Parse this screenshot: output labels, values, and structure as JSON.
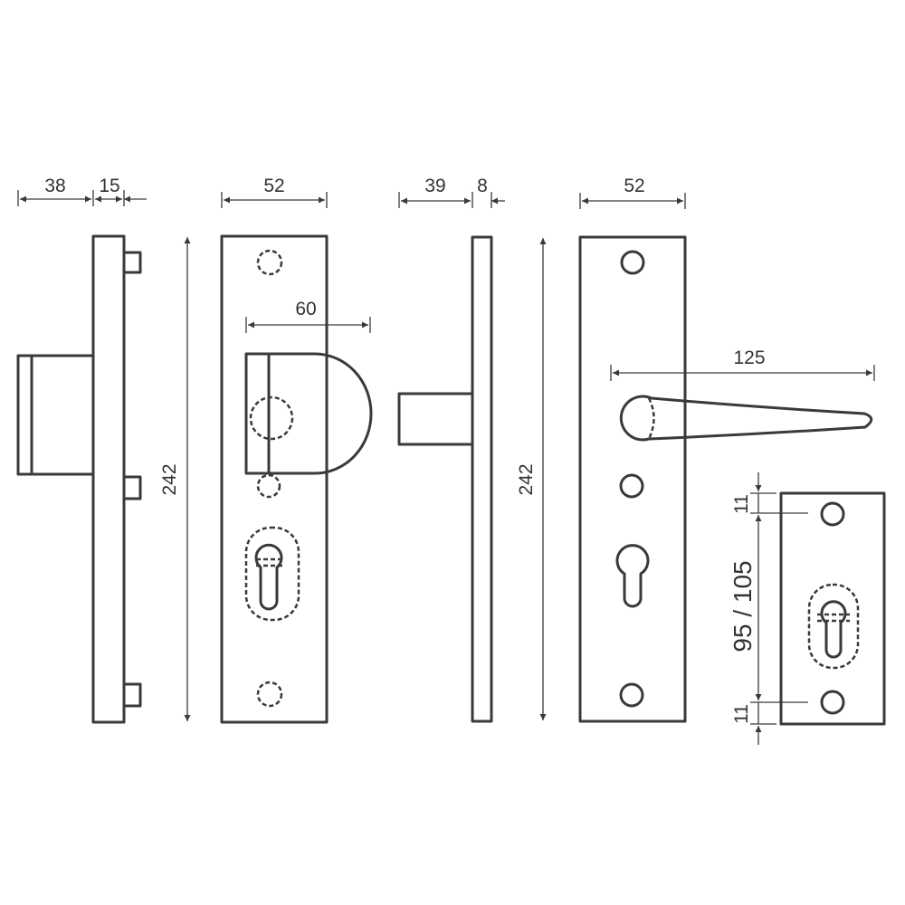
{
  "dimensions": {
    "side_view_a": {
      "depth": "38",
      "plate_thickness": "15",
      "height": "242"
    },
    "front_view_a": {
      "width": "52",
      "knob_projection": "60"
    },
    "side_view_b": {
      "depth": "39",
      "plate_thickness": "8",
      "height": "242"
    },
    "front_view_b": {
      "width": "52",
      "lever_length": "125"
    },
    "hole_detail": {
      "top_offset": "11",
      "spacing": "95 / 105",
      "bottom_offset": "11"
    }
  },
  "colors": {
    "line": "#3a3a3c",
    "background": "#ffffff"
  }
}
